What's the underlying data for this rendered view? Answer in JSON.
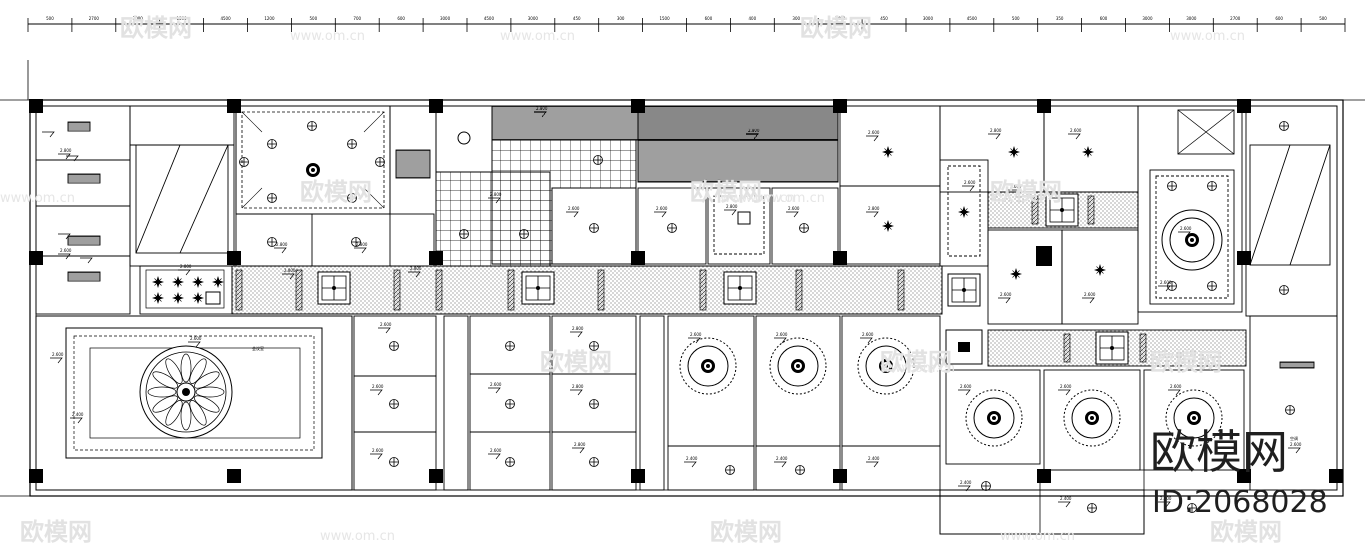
{
  "watermark": {
    "brand": "欧模网",
    "url": "www.om.cn",
    "id": "ID:2068028"
  },
  "dimension_labels": [
    "500",
    "2700",
    "3000",
    "1500",
    "4500",
    "1200",
    "500",
    "700",
    "600",
    "3000",
    "4500",
    "3000",
    "450",
    "300",
    "1500",
    "600",
    "400",
    "300",
    "1400",
    "450",
    "3000",
    "4500",
    "500",
    "350",
    "600",
    "3000",
    "3000",
    "2700",
    "600",
    "500"
  ],
  "ceiling_heights": {
    "standard": "2.800",
    "alt": "2.600",
    "low": "2.400"
  },
  "room_tag": "会议室",
  "equipment_tag": "空调"
}
